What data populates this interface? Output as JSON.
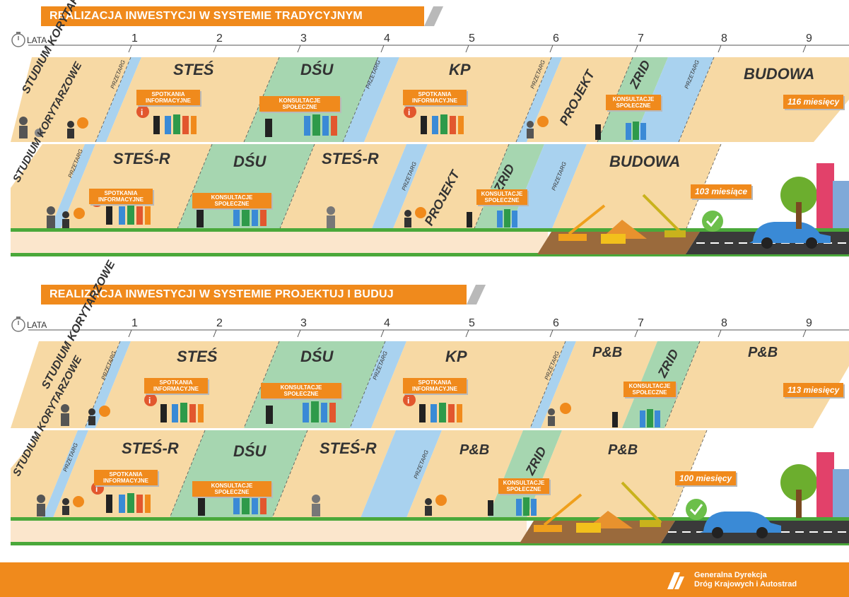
{
  "sections": [
    {
      "title": "REALIZACJA INWESTYCJI W SYSTEMIE TRADYCYJNYM",
      "years_label": "LATA",
      "years": [
        "1",
        "2",
        "3",
        "4",
        "5",
        "6",
        "7",
        "8",
        "9"
      ],
      "row1": {
        "studium": "STUDIUM KORYTARZOWE",
        "przetarg": "PRZETARG",
        "s1": "STEŚ",
        "s2": "DŚU",
        "s3": "KP",
        "s4": "PROJEKT",
        "s5": "ZRID",
        "s6": "BUDOWA",
        "tag1": "SPOTKANIA INFORMACYJNE",
        "tag2": "KONSULTACJE SPOŁECZNE",
        "tag3": "SPOTKANIA INFORMACYJNE",
        "tag4": "KONSULTACJE SPOŁECZNE",
        "months": "116 miesięcy"
      },
      "row2": {
        "studium": "STUDIUM KORYTARZOWE",
        "przetarg": "PRZETARG",
        "s1": "STEŚ-R",
        "s2": "DŚU",
        "s3": "STEŚ-R",
        "s4": "PROJEKT",
        "s5": "ZRID",
        "s6": "BUDOWA",
        "tag1": "SPOTKANIA INFORMACYJNE",
        "tag2": "KONSULTACJE SPOŁECZNE",
        "tag3": "KONSULTACJE SPOŁECZNE",
        "months": "103 miesiące"
      }
    },
    {
      "title": "REALIZACJA INWESTYCJI W SYSTEMIE PROJEKTUJ I BUDUJ",
      "years_label": "LATA",
      "years": [
        "1",
        "2",
        "3",
        "4",
        "5",
        "6",
        "7",
        "8",
        "9"
      ],
      "row1": {
        "studium": "STUDIUM KORYTARZOWE",
        "przetarg": "PRZETARG",
        "s1": "STEŚ",
        "s2": "DŚU",
        "s3": "KP",
        "s4": "P&B",
        "s5": "ZRID",
        "s6": "P&B",
        "tag1": "SPOTKANIA INFORMACYJNE",
        "tag2": "KONSULTACJE SPOŁECZNE",
        "tag3": "SPOTKANIA INFORMACYJNE",
        "tag4": "KONSULTACJE SPOŁECZNE",
        "months": "113 miesięcy"
      },
      "row2": {
        "studium": "STUDIUM KORYTARZOWE",
        "przetarg": "PRZETARG",
        "s1": "STEŚ-R",
        "s2": "DŚU",
        "s3": "STEŚ-R",
        "s4": "P&B",
        "s5": "ZRID",
        "s6": "P&B",
        "tag1": "SPOTKANIA INFORMACYJNE",
        "tag2": "KONSULTACJE SPOŁECZNE",
        "tag3": "KONSULTACJE SPOŁECZNE",
        "months": "100 miesięcy"
      }
    }
  ],
  "footer": {
    "line1": "Generalna Dyrekcja",
    "line2": "Dróg Krajowych i Autostrad"
  },
  "colors": {
    "orange": "#f08a1c",
    "beige": "#f7d9a4",
    "blue": "#a9d2ef",
    "green": "#a6d6b0",
    "grass": "#4aa83a",
    "road": "#3a3a3a"
  }
}
